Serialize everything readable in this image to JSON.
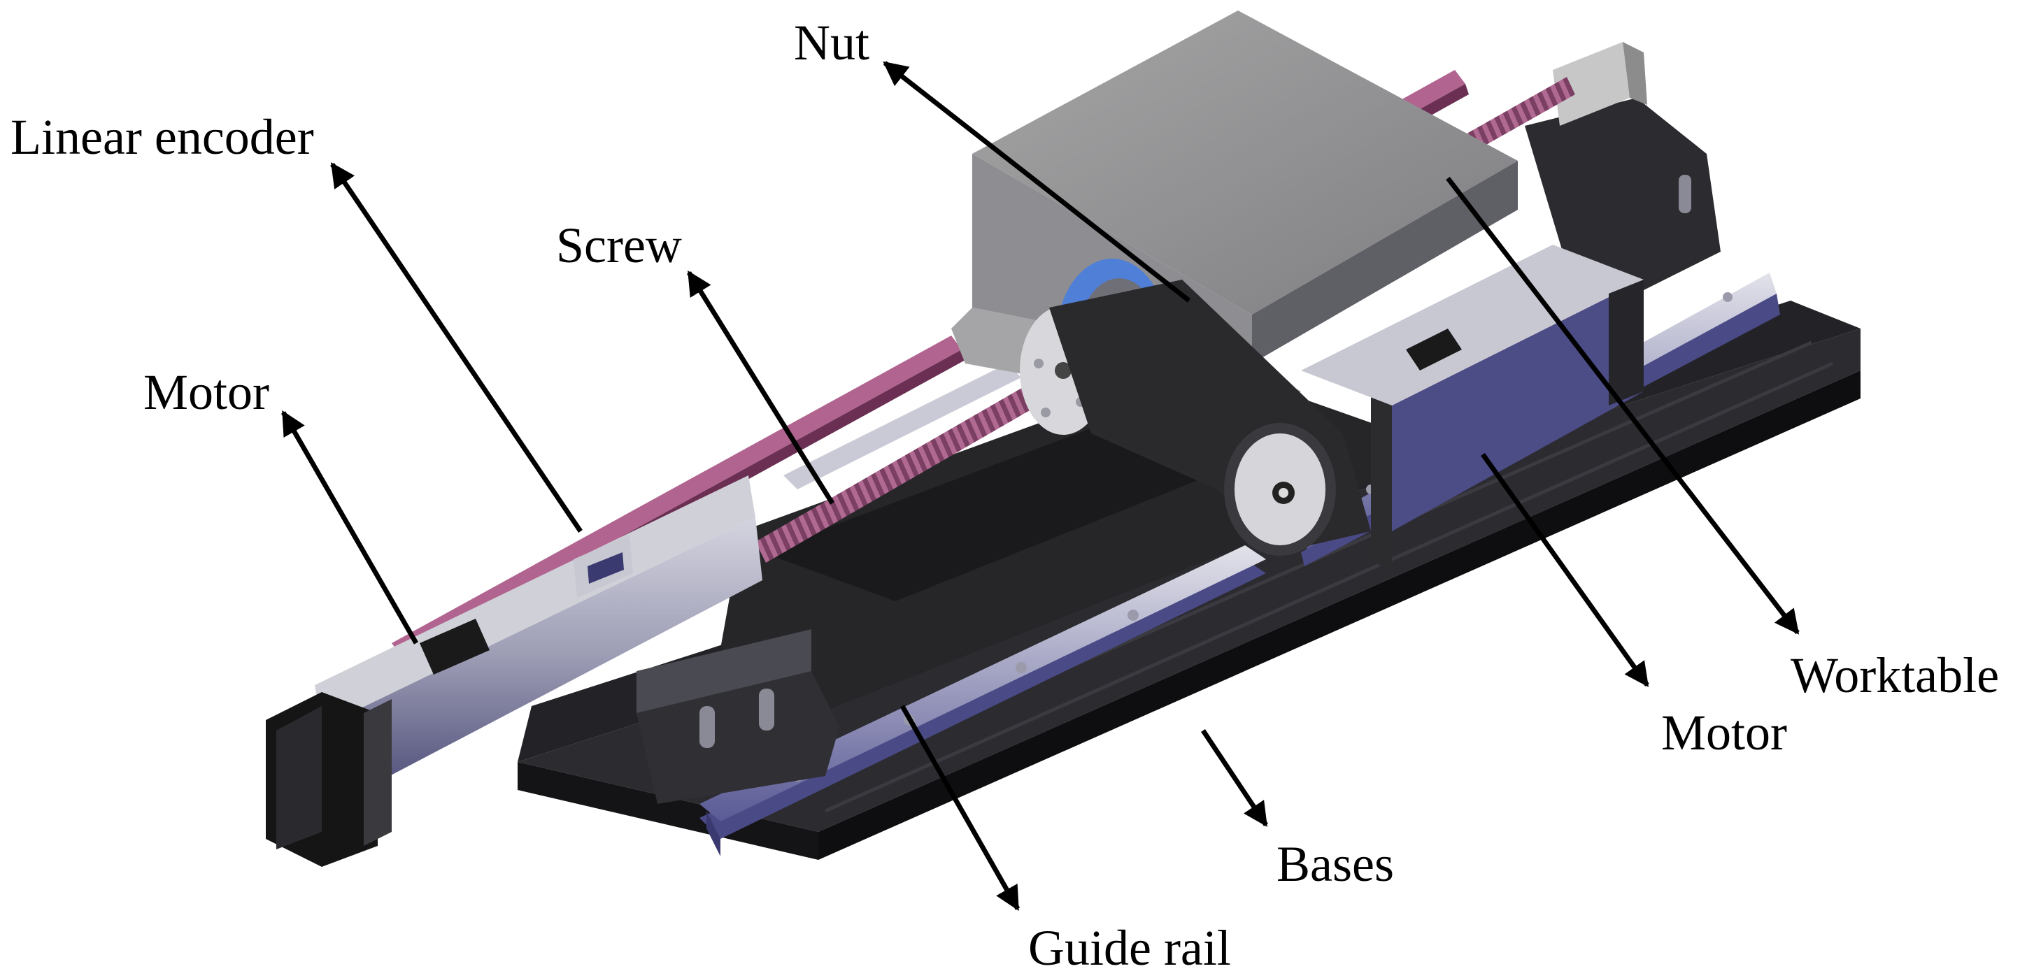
{
  "labels": {
    "nut": "Nut",
    "linear_encoder": "Linear encoder",
    "screw": "Screw",
    "motor_left": "Motor",
    "worktable": "Worktable",
    "motor_right": "Motor",
    "bases": "Bases",
    "guide_rail": "Guide rail"
  },
  "colors": {
    "base": "#1e1e22",
    "rail": "#c9c9d6",
    "rail_side": "#5d5d9a",
    "screw": "#8b4a6e",
    "encoder": "#8a3d6a",
    "worktable_top": "#9a9a9a",
    "worktable_side": "#6f6f74",
    "motor_body": "#a8a8b8",
    "motor_cap": "#141414",
    "nut_ring": "#4f7fd6",
    "pulley": "#d8d8dc",
    "belt": "#2a2a2a"
  }
}
